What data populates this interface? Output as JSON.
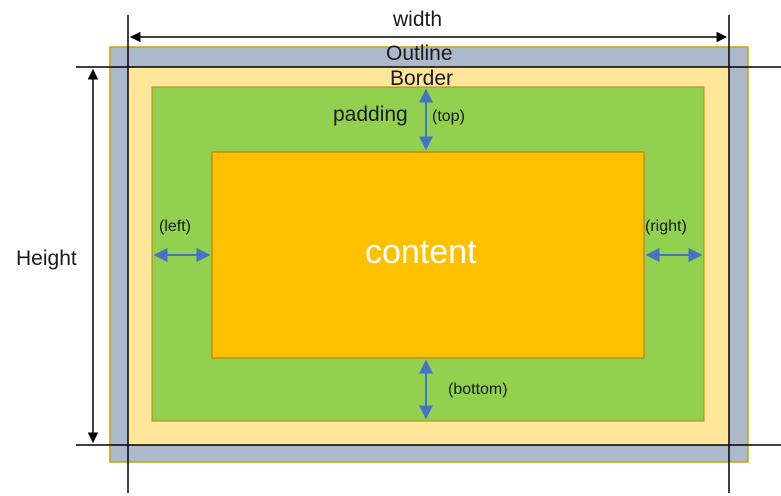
{
  "labels": {
    "width": "width",
    "outline": "Outline",
    "border": "Border",
    "padding": "padding",
    "top": "(top)",
    "left": "(left)",
    "right": "(right)",
    "bottom": "(bottom)",
    "height": "Height",
    "content": "content"
  },
  "colors": {
    "outline": "#acb9ca",
    "outline_stroke": "#c9a400",
    "border": "#ffe699",
    "padding": "#92d050",
    "padding_stroke": "#b8860b",
    "content": "#ffc000",
    "content_stroke": "#c07000",
    "arrow": "#4472c4",
    "dimension_line": "#000000"
  }
}
